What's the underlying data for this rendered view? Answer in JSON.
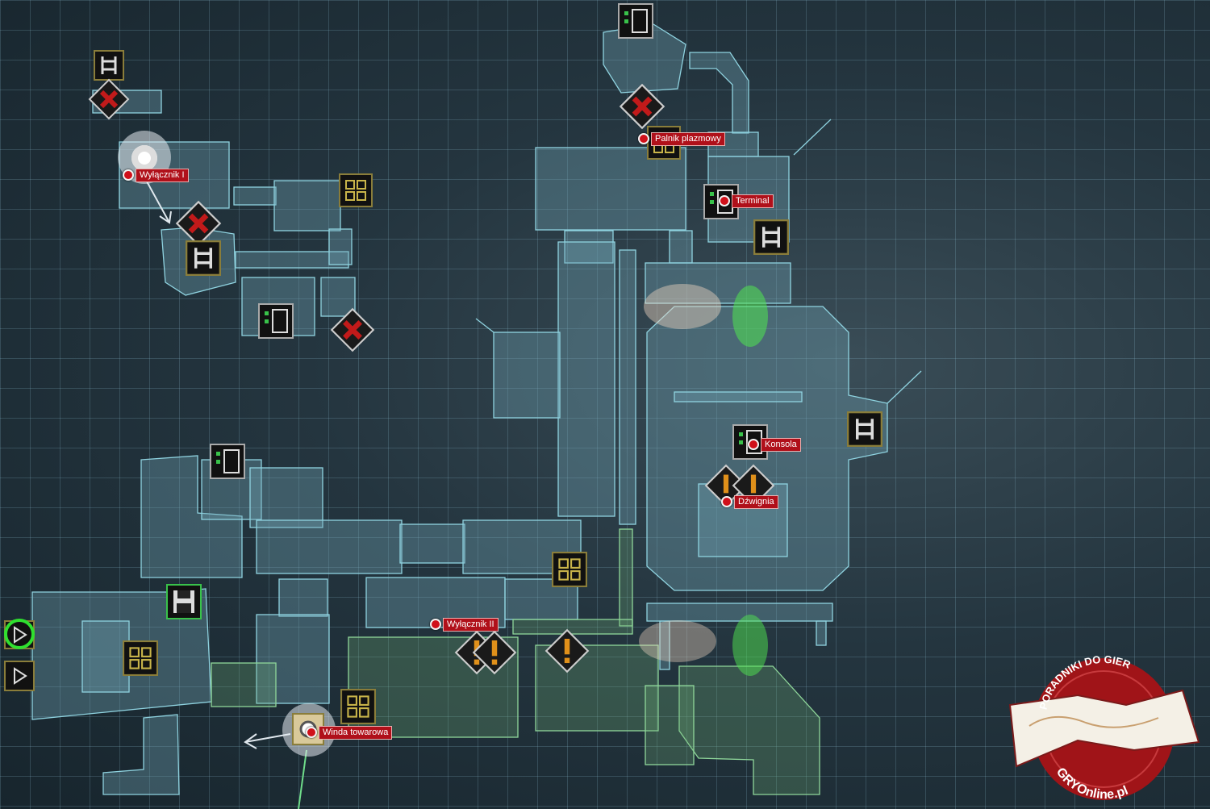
{
  "map": {
    "markers": [
      {
        "id": "wylacznik-1",
        "label": "Wyłącznik I"
      },
      {
        "id": "palnik",
        "label": "Palnik plazmowy"
      },
      {
        "id": "terminal",
        "label": "Terminal"
      },
      {
        "id": "konsola",
        "label": "Konsola"
      },
      {
        "id": "dzwignia",
        "label": "Dźwignia"
      },
      {
        "id": "wylacznik-2",
        "label": "Wyłącznik II"
      },
      {
        "id": "winda",
        "label": "Winda towarowa"
      }
    ],
    "icon_types": [
      "ladder-icon",
      "blocked-door-icon",
      "locker-icon",
      "crate-icon",
      "save-station-icon",
      "alert-icon",
      "lever-icon",
      "elevator-icon",
      "exit-arrow-icon"
    ]
  },
  "logo": {
    "text_top": "PORADNIKI DO GIER",
    "text_bottom": "GRYOnline.pl"
  },
  "colors": {
    "room_fill": "#5f8a97",
    "room_stroke": "#8fd3e0",
    "marker_red": "#b0101a",
    "highlight_green": "#4fdc4f"
  }
}
